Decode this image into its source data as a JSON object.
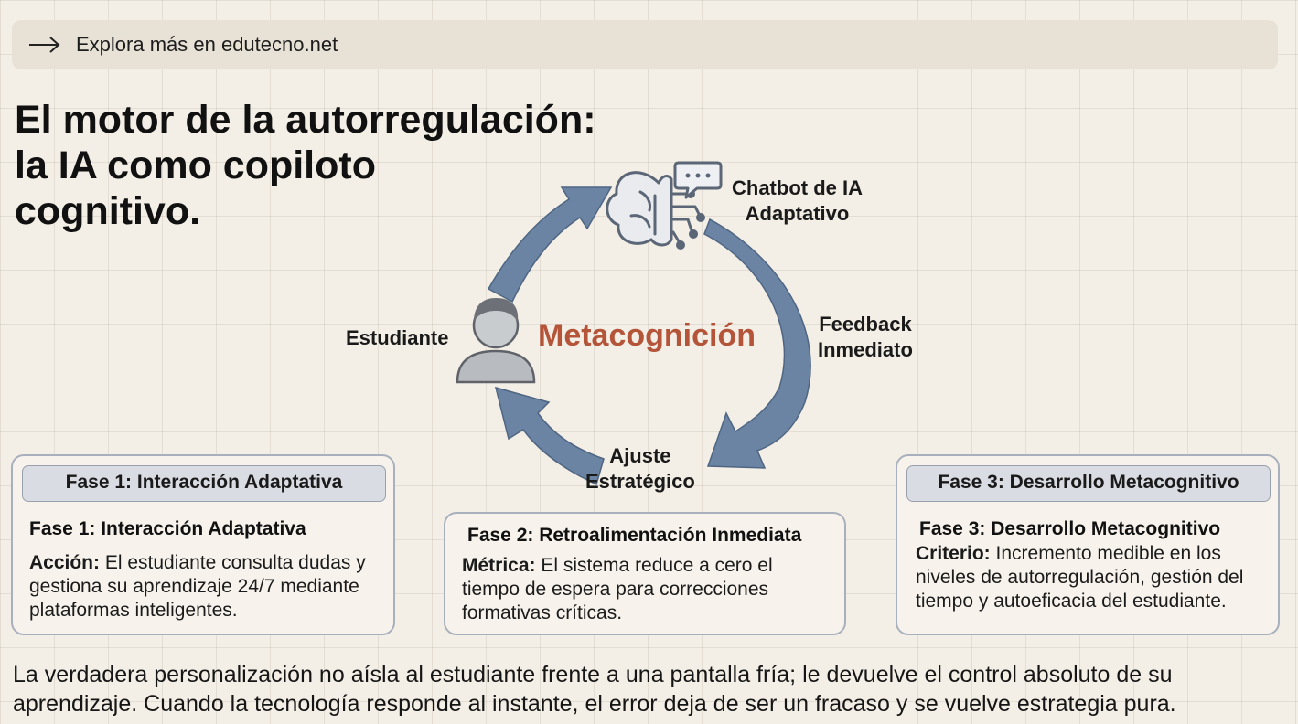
{
  "topbar": {
    "link_text": "Explora más en edutecno.net"
  },
  "title": {
    "lines": [
      "El motor de la autorregulación:",
      "la IA como copiloto",
      "cognitivo."
    ]
  },
  "cycle": {
    "center_label": "Metacognición",
    "nodes": {
      "chatbot": {
        "lines": [
          "Chatbot de IA",
          "Adaptativo"
        ]
      },
      "feedback": {
        "lines": [
          "Feedback",
          "Inmediato"
        ]
      },
      "ajuste": {
        "lines": [
          "Ajuste",
          "Estratégico"
        ]
      },
      "estudiante": {
        "label": "Estudiante"
      }
    },
    "colors": {
      "arrow": "#6b84a3",
      "center_text": "#b4553a"
    },
    "icons": [
      "brain-circuit-icon",
      "chat-bubble-icon",
      "student-avatar-icon"
    ]
  },
  "cards": [
    {
      "tab": "Fase 1: Interacción Adaptativa",
      "heading": "Fase 1: Interacción Adaptativa",
      "term": "Acción:",
      "lines": [
        "El estudiante consulta dudas y",
        "gestiona su aprendizaje 24/7 mediante",
        "plataformas inteligentes."
      ]
    },
    {
      "heading": "Fase 2: Retroalimentación Inmediata",
      "term": "Métrica:",
      "lines": [
        "El sistema reduce a cero el",
        "tiempo de espera para correcciones",
        "formativas críticas."
      ]
    },
    {
      "tab": "Fase 3: Desarrollo Metacognitivo",
      "heading": "Fase 3: Desarrollo Metacognitivo",
      "term": "Criterio:",
      "lines": [
        "Incremento medible en los",
        "niveles de autorregulación, gestión del",
        "tiempo y autoeficacia del estudiante."
      ]
    }
  ],
  "footer": {
    "lines": [
      "La verdadera personalización no aísla al estudiante frente a una pantalla fría; le devuelve el control absoluto de su",
      "aprendizaje. Cuando la tecnología responde al instante, el error deja de ser un fracaso y se vuelve estrategia pura."
    ]
  }
}
